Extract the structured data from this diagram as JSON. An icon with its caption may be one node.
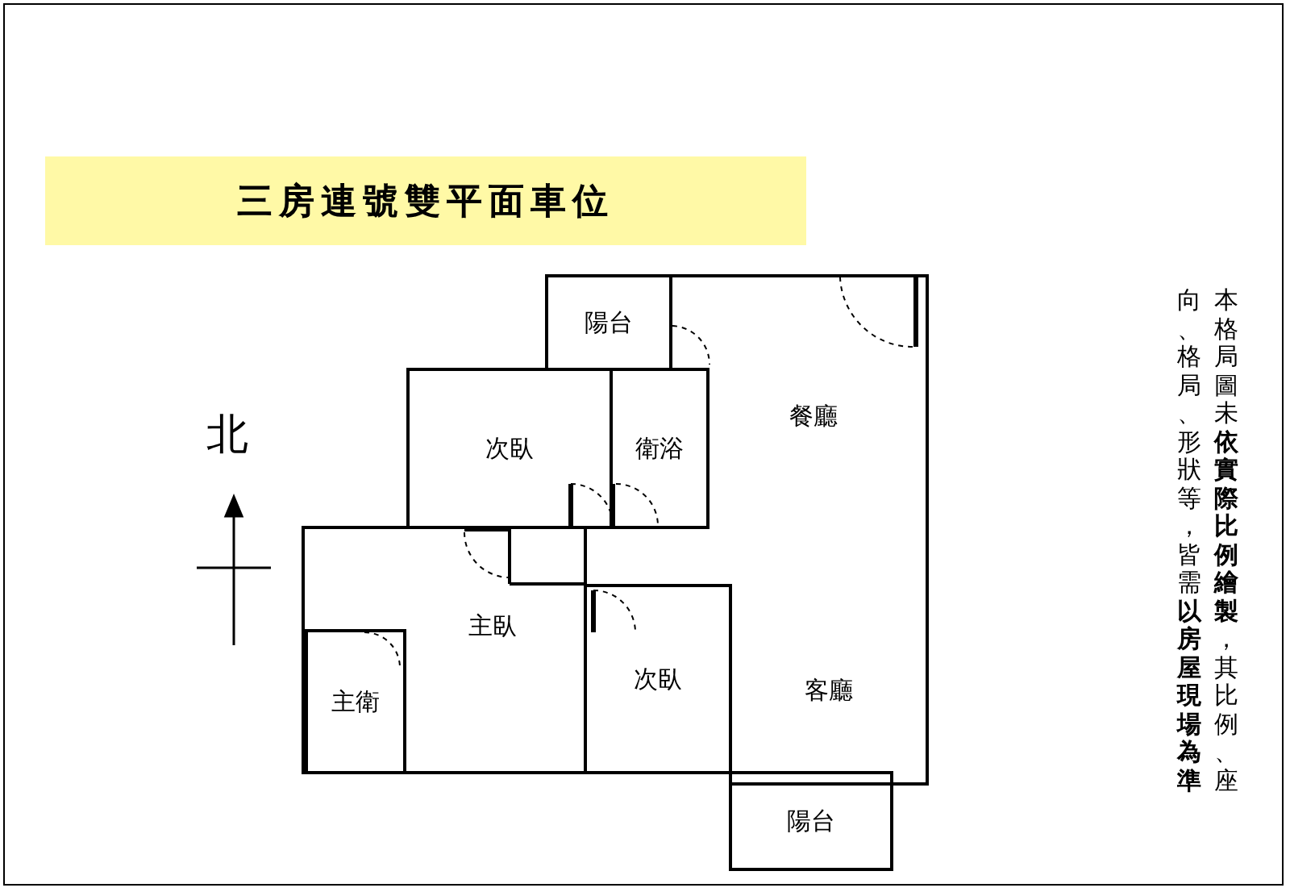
{
  "diagram": {
    "title": "三房連號雙平面車位",
    "nodes": [
      {
        "text": [
          "陽台"
        ]
      },
      {
        "text": [
          "次臥"
        ]
      },
      {
        "text": [
          "衛浴"
        ]
      },
      {
        "text": [
          "餐廳"
        ]
      },
      {
        "text": [
          "主臥"
        ]
      },
      {
        "text": [
          "主衛"
        ],
        "in": 4
      },
      {
        "text": [
          "次臥"
        ]
      },
      {
        "text": [
          "客廳"
        ]
      },
      {
        "text": [
          "陽台"
        ]
      }
    ],
    "edges": [],
    "labels": [
      "北",
      "本格局圖未**依實際比例繪製**，其比例、座",
      "向、格局、形狀等，皆需**以房屋現場為準**"
    ]
  }
}
